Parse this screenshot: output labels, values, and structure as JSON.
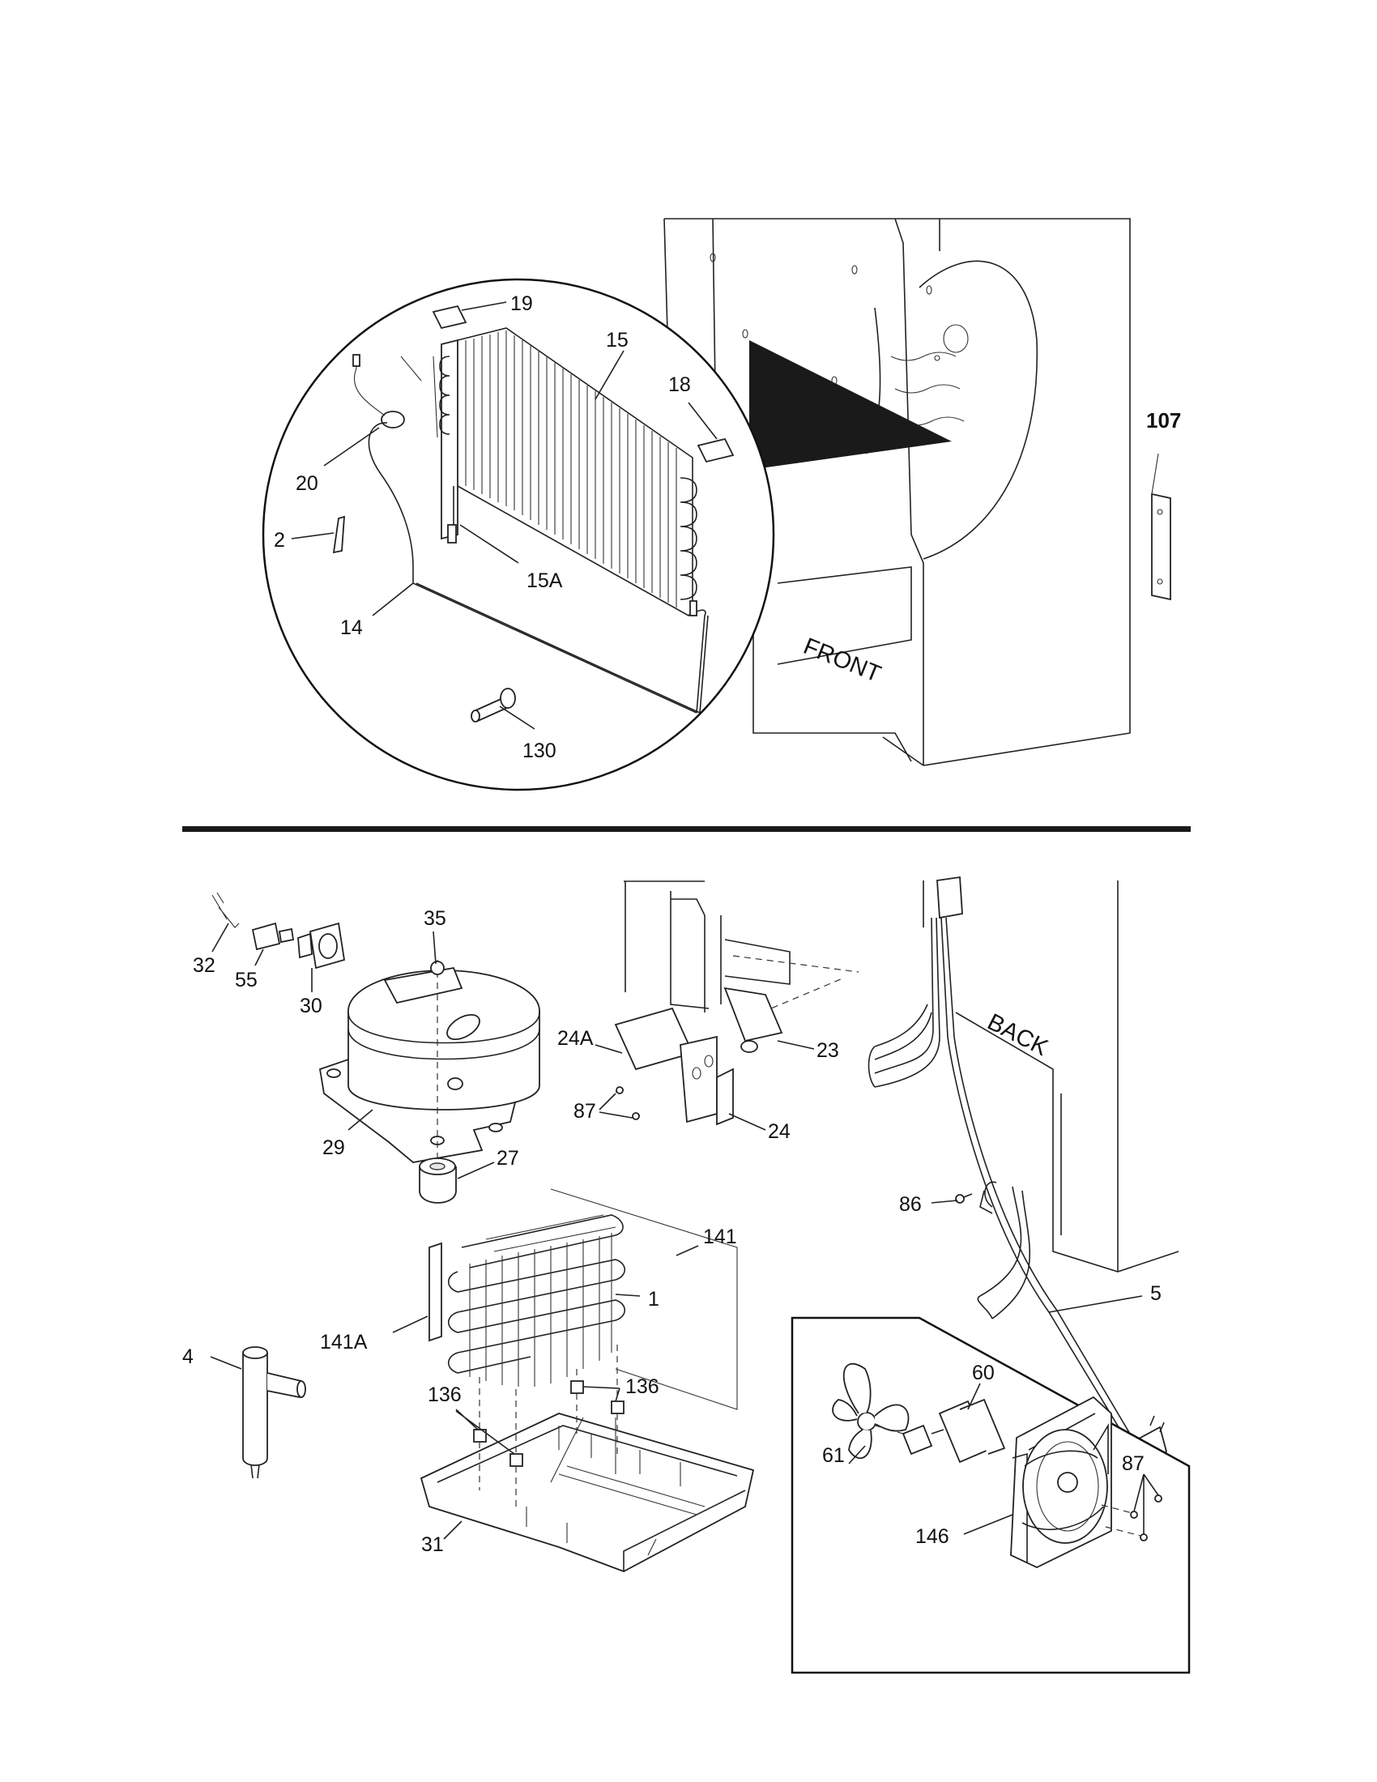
{
  "labels": {
    "top": {
      "p19": "19",
      "p15": "15",
      "p18": "18",
      "p107": "107",
      "p20": "20",
      "p2": "2",
      "p15A": "15A",
      "p14": "14",
      "p130": "130",
      "front": "FRONT"
    },
    "bottom": {
      "p35": "35",
      "p32": "32",
      "p55": "55",
      "p30": "30",
      "p24A": "24A",
      "p23": "23",
      "p87a": "87",
      "p24": "24",
      "p29": "29",
      "p27": "27",
      "back": "BACK",
      "p86": "86",
      "p141": "141",
      "p141A": "141A",
      "p1": "1",
      "p5": "5",
      "p4": "4",
      "p136a": "136",
      "p136b": "136",
      "p60": "60",
      "p61": "61",
      "p87b": "87",
      "p146": "146",
      "p31": "31"
    }
  }
}
